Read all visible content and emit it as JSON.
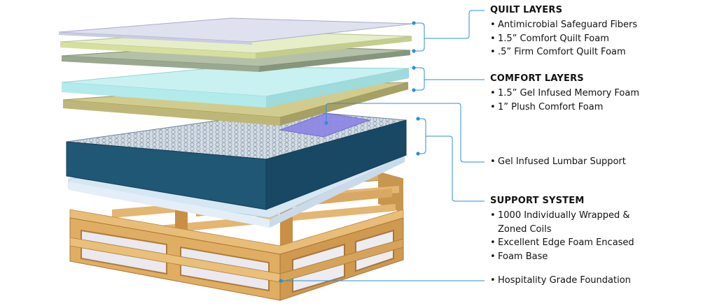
{
  "callouts": {
    "quilt": {
      "heading": "QUILT LAYERS",
      "items": [
        "Antimicrobial Safeguard Fibers",
        "1.5” Comfort Quilt Foam",
        ".5” Firm Comfort Quilt Foam"
      ]
    },
    "comfort": {
      "heading": "COMFORT LAYERS",
      "items": [
        "1.5” Gel Infused Memory Foam",
        "1” Plush Comfort Foam"
      ]
    },
    "lumbar": {
      "item": "Gel Infused Lumbar Support"
    },
    "support": {
      "heading": "SUPPORT SYSTEM",
      "items": [
        "1000 Individually Wrapped &",
        "Zoned Coils",
        "Excellent Edge Foam Encased",
        "Foam Base"
      ]
    },
    "foundation": {
      "item": "Hospitality Grade Foundation"
    }
  },
  "colors": {
    "leader": "#2b8fd6",
    "quilt_top": "#dfe1ef",
    "quilt_foam": "#e3ecc4",
    "firm_foam": "#a7b59c",
    "gel_memory_foam": "#bfeeee",
    "plush_foam": "#c6c184",
    "coil_unit": "#1e5572",
    "coil_top": "#d4dde4",
    "lumbar": "#8d86e6",
    "foam_base": "#d6e6f3",
    "wood": "#e2b36b",
    "wood_dark": "#b8843f"
  },
  "icons": {
    "bullet": "•"
  }
}
